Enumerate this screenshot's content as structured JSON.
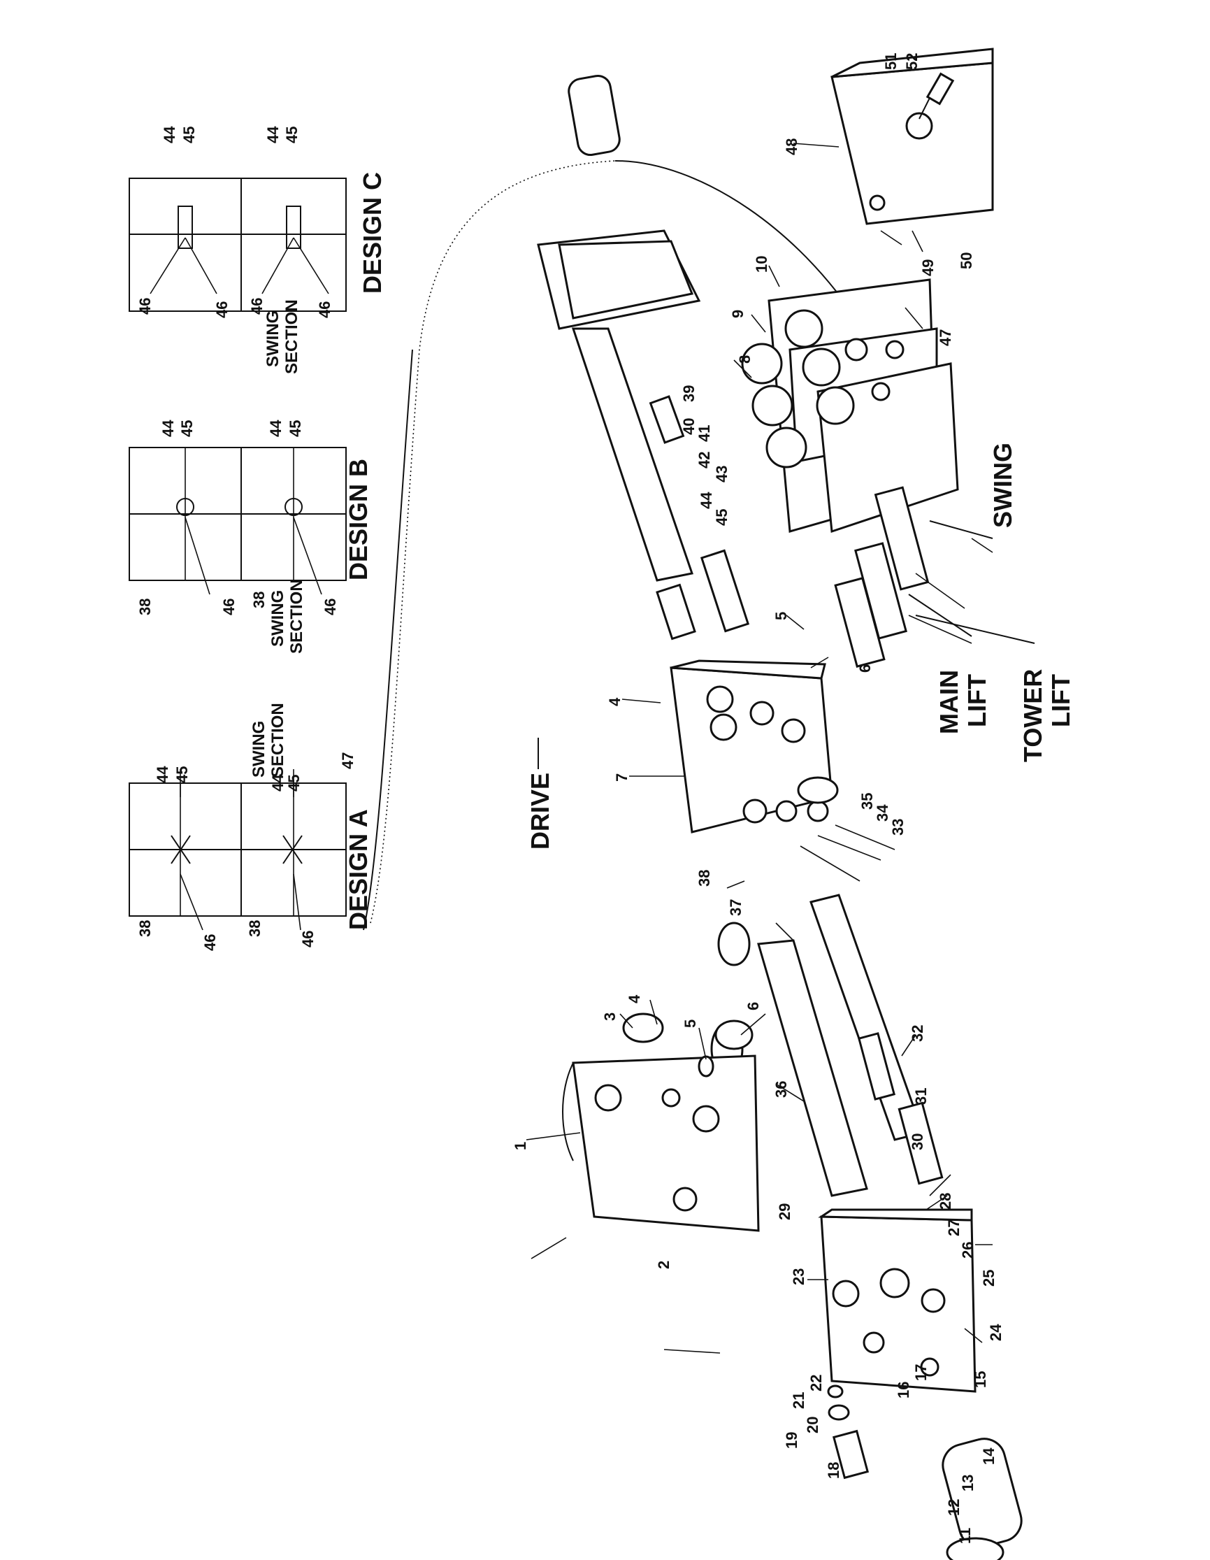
{
  "callouts": {
    "c1": "1",
    "c2": "2",
    "c3": "3",
    "c4": "4",
    "c4b": "4",
    "c5": "5",
    "c5b": "5",
    "c6": "6",
    "c6b": "6",
    "c7": "7",
    "c8": "8",
    "c9": "9",
    "c10": "10",
    "c11": "11",
    "c12": "12",
    "c13": "13",
    "c14": "14",
    "c15": "15",
    "c16": "16",
    "c17": "17",
    "c18": "18",
    "c19": "19",
    "c20": "20",
    "c21": "21",
    "c22": "22",
    "c23": "23",
    "c24": "24",
    "c25": "25",
    "c26": "26",
    "c27": "27",
    "c28": "28",
    "c29": "29",
    "c30": "30",
    "c31": "31",
    "c32": "32",
    "c33": "33",
    "c34": "34",
    "c35": "35",
    "c36": "36",
    "c37": "37",
    "c38": "38",
    "c39": "39",
    "c40": "40",
    "c41": "41",
    "c42": "42",
    "c43": "43",
    "c44": "44",
    "c45": "45",
    "c47": "47",
    "c48": "48",
    "c49": "49",
    "c50": "50",
    "c51": "51",
    "c52": "52"
  },
  "section_labels": {
    "drive": "DRIVE",
    "swing": "SWING",
    "main_lift": [
      "MAIN",
      "LIFT"
    ],
    "tower_lift": [
      "TOWER",
      "LIFT"
    ]
  },
  "designs": {
    "a": {
      "title": "DESIGN A",
      "labels": {
        "n44a": "44",
        "n45a": "45",
        "n38a": "38",
        "n46a": "46",
        "swing1": "SWING",
        "swing2": "SECTION",
        "n44b": "44",
        "n45b": "45",
        "n47": "47",
        "n38b": "38",
        "n46b": "46"
      }
    },
    "b": {
      "title": "DESIGN B",
      "labels": {
        "n44a": "44",
        "n45a": "45",
        "n38a": "38",
        "n46a": "46",
        "n44b": "44",
        "n45b": "45",
        "n38b": "38",
        "swing1": "SWING",
        "swing2": "SECTION",
        "n46b": "46"
      }
    },
    "c": {
      "title": "DESIGN C",
      "labels": {
        "n44a": "44",
        "n45a": "45",
        "n46a": "46",
        "n46c": "46",
        "n44b": "44",
        "n45b": "45",
        "n46b": "46",
        "swing1": "SWING",
        "swing2": "SECTION",
        "n46d": "46"
      }
    }
  }
}
